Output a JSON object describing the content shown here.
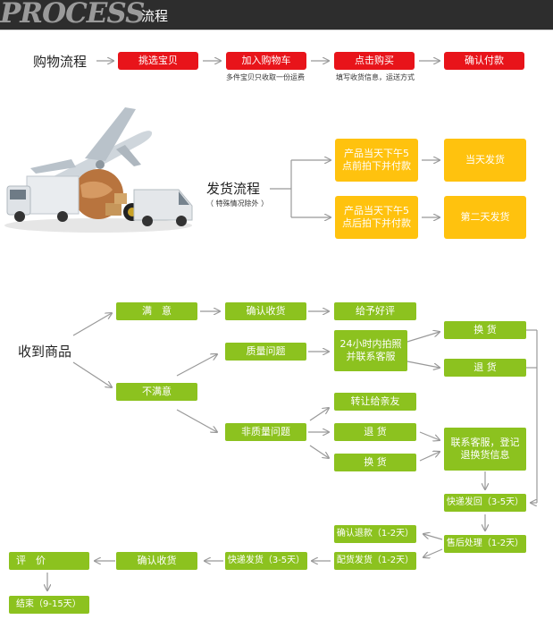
{
  "header": {
    "logo_text": "PROCESS",
    "title": "流程"
  },
  "purchase": {
    "label": "购物流程",
    "steps": [
      "挑选宝贝",
      "加入购物车",
      "点击购买",
      "确认付款"
    ],
    "note_cart": "多件宝贝只收取一份运费",
    "note_buy": "填写收货信息，运送方式"
  },
  "shipping": {
    "label": "发货流程",
    "note": "（ 特殊情况除外 ）",
    "cond_before": "产品当天下午5点前拍下并付款",
    "cond_after": "产品当天下午5点后拍下并付款",
    "result_same": "当天发货",
    "result_next": "第二天发货"
  },
  "receive": {
    "label": "收到商品",
    "satisfied": "满　意",
    "confirm_receipt": "确认收货",
    "good_review": "给予好评",
    "unsatisfied": "不满意",
    "quality_issue": "质量问题",
    "contact_24h": "24小时内拍照并联系客服",
    "exchange_1": "换 货",
    "return_1": "退 货",
    "non_quality_issue": "非质量问题",
    "transfer_friend": "转让给亲友",
    "return_2": "退 货",
    "exchange_2": "换 货",
    "contact_register": "联系客服，登记退换货信息",
    "express_back": "快递发回（3-5天）",
    "after_sales": "售后处理（1-2天）",
    "confirm_refund": "确认退款（1-2天）",
    "prep_ship": "配货发货（1-2天）",
    "express_ship": "快递发货（3-5天）",
    "confirm_receipt_2": "确认收货",
    "review": "评　价",
    "end": "结束（9-15天）"
  }
}
